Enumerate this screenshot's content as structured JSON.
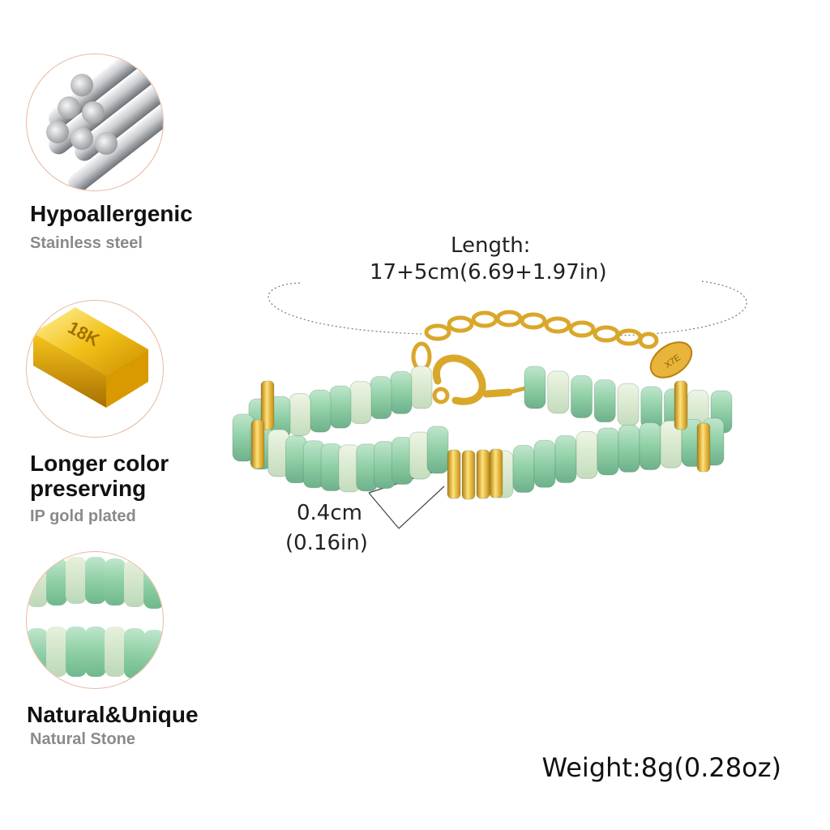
{
  "features": [
    {
      "title": "Hypoallergenic",
      "subtitle": "Stainless steel",
      "icon": "steel-rods-icon"
    },
    {
      "title_line1": "Longer color",
      "title_line2": "preserving",
      "subtitle": "IP gold plated",
      "icon": "gold-bar-icon",
      "badge": "18K"
    },
    {
      "title": "Natural&Unique",
      "subtitle": "Natural Stone",
      "icon": "stone-beads-icon"
    }
  ],
  "dimensions": {
    "length_label": "Length:",
    "length_value": "17+5cm(6.69+1.97in)",
    "bead_cm": "0.4cm",
    "bead_in": "(0.16in)"
  },
  "weight": "Weight:8g(0.28oz)",
  "tag_text": "X7E",
  "colors": {
    "circle_border": "#e8b9a2",
    "gold": "#e8b53a",
    "jade": "#8fcfa6",
    "jade_pale": "#cfe6c9",
    "steel": "#a9acb0"
  }
}
